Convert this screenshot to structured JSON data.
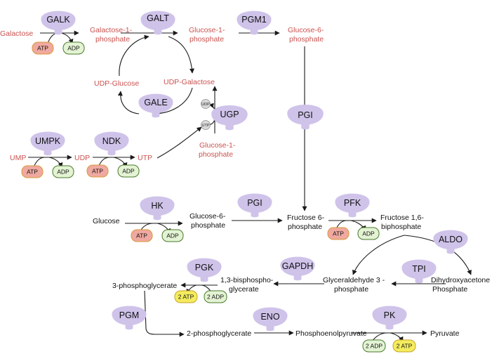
{
  "colors": {
    "enzyme": "#cfc3ea",
    "metabolite_galactose": "#c9524f",
    "metabolite_glycolysis": "#111111",
    "atp_fill": "#f0a9a0",
    "atp_stroke": "#d9993a",
    "adp_fill": "#e3f3d3",
    "adp_stroke": "#4a7a2c",
    "atp2_fill": "#f4ec5e",
    "atp2_stroke": "#c9a227",
    "small_fill": "#d9d9d9",
    "small_stroke": "#8f8f8f"
  },
  "enzymes": {
    "galk": "GALK",
    "galt": "GALT",
    "pgm1": "PGM1",
    "gale": "GALE",
    "ugp": "UGP",
    "pgi_vertical": "PGI",
    "umpk": "UMPK",
    "ndk": "NDK",
    "hk": "HK",
    "pgi": "PGI",
    "pfk": "PFK",
    "aldo": "ALDO",
    "tpi": "TPI",
    "gapdh": "GAPDH",
    "pgk": "PGK",
    "pgm": "PGM",
    "eno": "ENO",
    "pk": "PK"
  },
  "metabolites": {
    "galactose": "Galactose",
    "gal1p_l1": "Galactose-1-",
    "gal1p_l2": "phosphate",
    "glc1p_l1": "Glucose-1-",
    "glc1p_l2": "phosphate",
    "glc6p_top_l1": "Glucose-6-",
    "glc6p_top_l2": "phosphate",
    "udp_glucose": "UDP-Glucose",
    "udp_galactose": "UDP-Galactose",
    "glc1p_b_l1": "Glucose-1-",
    "glc1p_b_l2": "phosphate",
    "ump": "UMP",
    "udp": "UDP",
    "utp": "UTP",
    "glucose": "Glucose",
    "glc6p_l1": "Glucose-6-",
    "glc6p_l2": "phosphate",
    "f6p_l1": "Fructose 6-",
    "f6p_l2": "phosphate",
    "f16bp_l1": "Fructose 1,6-",
    "f16bp_l2": "biphosphate",
    "dhap_l1": "Dihydroxyacetone",
    "dhap_l2": "Phosphate",
    "g3p_l1": "Glyceraldehyde 3 -",
    "g3p_l2": "phosphate",
    "bpg_l1": "1,3-bisphospho-",
    "bpg_l2": "glycerate",
    "pg3": "3-phosphoglycerate",
    "pg2": "2-phosphoglycerate",
    "pep": "Phosphoenolpyruvate",
    "pyruvate": "Pyruvate"
  },
  "cofactors": {
    "atp": "ATP",
    "adp": "ADP",
    "two_atp": "2 ATP",
    "two_adp": "2 ADP",
    "udp_small": "UDP",
    "utp_small": "UTP"
  }
}
